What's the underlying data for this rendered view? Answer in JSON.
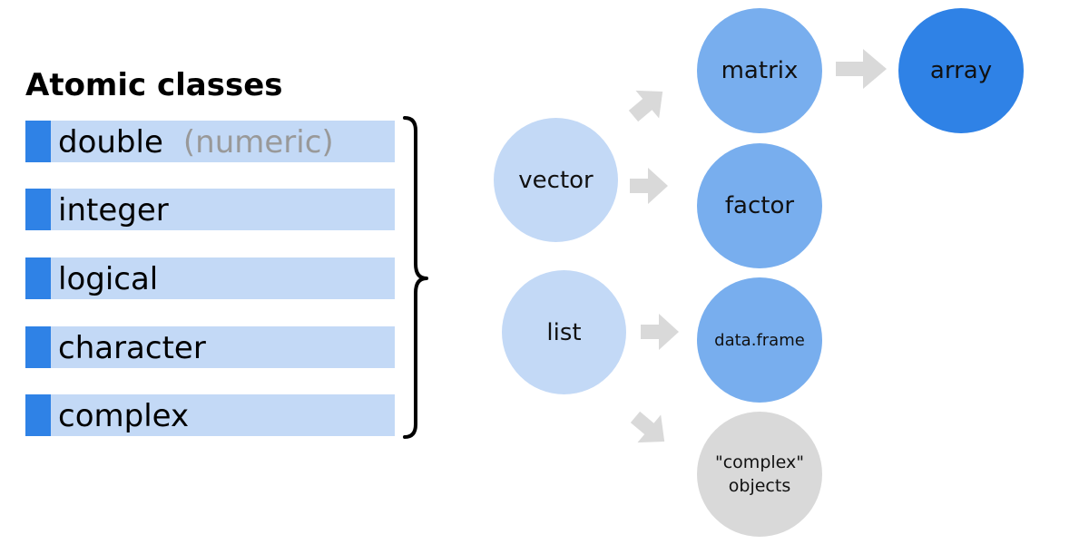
{
  "heading": "Atomic classes",
  "atomic": [
    {
      "name": "double",
      "note": "(numeric)"
    },
    {
      "name": "integer",
      "note": ""
    },
    {
      "name": "logical",
      "note": ""
    },
    {
      "name": "character",
      "note": ""
    },
    {
      "name": "complex",
      "note": ""
    }
  ],
  "nodes": {
    "vector": "vector",
    "list": "list",
    "matrix": "matrix",
    "factor": "factor",
    "array": "array",
    "data_frame": "data.frame",
    "complex_objects_line1": "\"complex\"",
    "complex_objects_line2": "objects"
  },
  "colors": {
    "row_fill": "#c3d9f6",
    "row_accent": "#2f82e6",
    "base_node": "#c3d9f6",
    "derived_node": "#78aeee",
    "array_node": "#2f82e6",
    "complex_node": "#d9d9d9",
    "arrow": "#d9d9d9"
  }
}
